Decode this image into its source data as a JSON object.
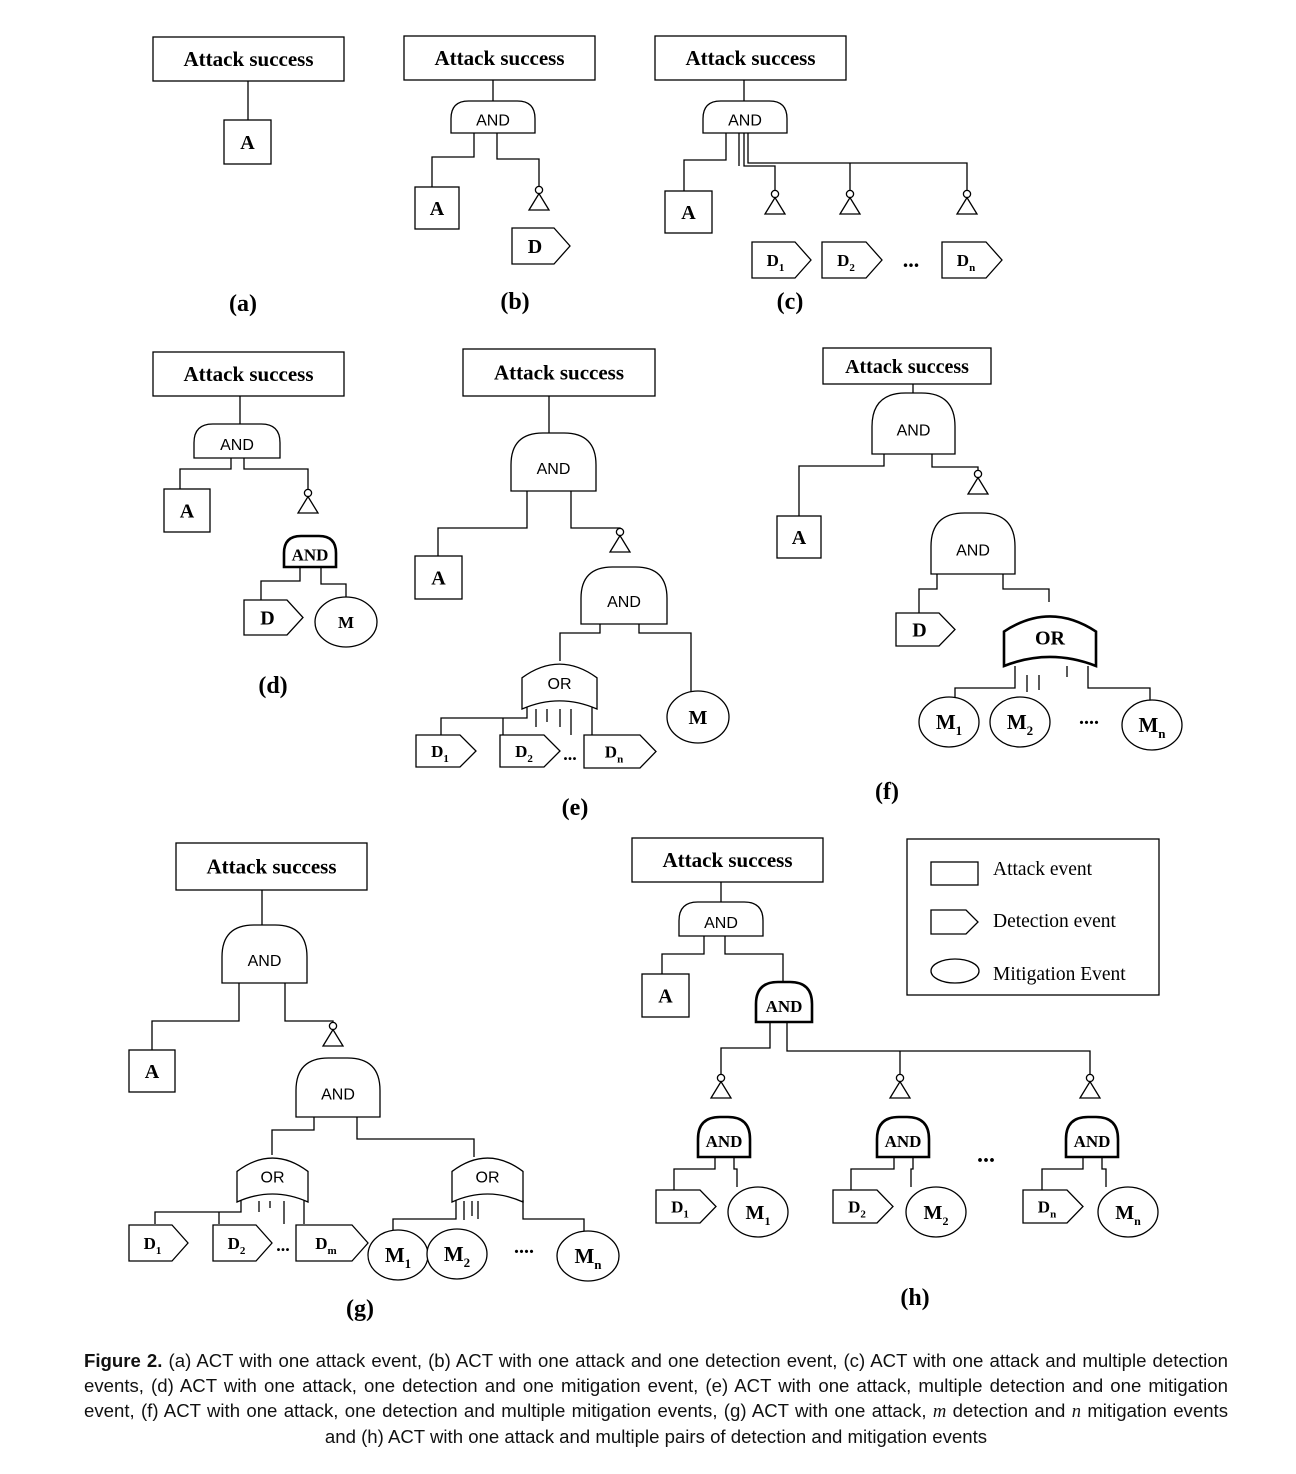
{
  "labels": {
    "top": "Attack success",
    "and": "AND",
    "or": "OR",
    "attack": "A",
    "detect": "D",
    "mitig": "M",
    "dots3": "...",
    "dots4": "....",
    "d1": [
      "D",
      "1"
    ],
    "d2": [
      "D",
      "2"
    ],
    "dn": [
      "D",
      "n"
    ],
    "dm": [
      "D",
      "m"
    ],
    "m1": [
      "M",
      "1"
    ],
    "m2": [
      "M",
      "2"
    ],
    "mn": [
      "M",
      "n"
    ]
  },
  "panels": {
    "a": "(a)",
    "b": "(b)",
    "c": "(c)",
    "d": "(d)",
    "e": "(e)",
    "f": "(f)",
    "g": "(g)",
    "h": "(h)"
  },
  "legend": {
    "attack": "Attack event",
    "detection": "Detection event",
    "mitigation": "Mitigation Event"
  },
  "caption": {
    "label": "Figure 2.",
    "t1": " (a) ACT with one attack event, (b) ACT with one attack and one detection event, (c) ACT with one attack and multiple detection events, (d) ACT with one attack, one detection and one mitigation event, (e) ACT with one attack, multiple detection and one mitigation event, (f) ACT with one attack, one detection and multiple mitigation events, (g) ACT with one attack, ",
    "m": "m",
    "t2": " detection and ",
    "n": "n",
    "t3": " mitigation events and (h) ACT with one attack and multiple pairs of detection and mitigation events"
  }
}
